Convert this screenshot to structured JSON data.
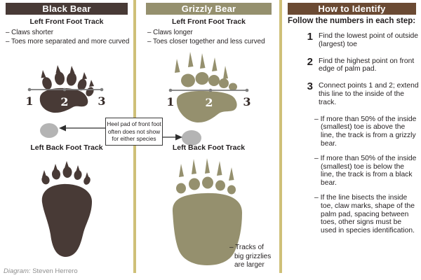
{
  "colors": {
    "black_bear_accent": "#483a36",
    "grizzly_accent": "#95906e",
    "identify_accent": "#6b4a33",
    "divider_tan": "#cfc078",
    "heel_pad_gray": "#b4b4b4",
    "guide_line_gray": "#7d7d7d",
    "text": "#231f20",
    "footer_gray": "#8f8f8f"
  },
  "columns": {
    "black_bear": {
      "title": "Black Bear",
      "front_title": "Left Front Foot Track",
      "bullet1": "– Claws shorter",
      "bullet2": "– Toes more separated and more curved",
      "back_title": "Left Back Foot Track",
      "marker1": "1",
      "marker2": "2",
      "marker3": "3"
    },
    "grizzly_bear": {
      "title": "Grizzly Bear",
      "front_title": "Left Front Foot Track",
      "bullet1": "– Claws longer",
      "bullet2": "– Toes closer together and less curved",
      "back_title": "Left Back Foot Track",
      "marker1": "1",
      "marker2": "2",
      "marker3": "3",
      "size_note": "– Tracks of\nbig grizzlies\nare larger"
    },
    "how_to_identify": {
      "title": "How to Identify",
      "subtitle": "Follow the numbers in each step:",
      "steps": [
        {
          "num": "1",
          "text": "Find the lowest point of outside (largest) toe"
        },
        {
          "num": "2",
          "text": "Find the highest point on front edge of palm pad."
        },
        {
          "num": "3",
          "text": "Connect points 1 and 2; extend this line to the inside of the track."
        }
      ],
      "notes": [
        "– If more than 50% of the inside (smallest) toe is above the line, the track is from a grizzly bear.",
        "– If more than 50% of the inside (smallest) toe is below the line, the track is from a black bear.",
        "– If the line bisects the inside toe, claw marks, shape of the palm pad, spacing between toes, other signs must be used in species identification."
      ]
    }
  },
  "callout": {
    "text": "Heel pad of front foot\noften does not show\nfor either species"
  },
  "footer": {
    "label": "Diagram:",
    "credit": "Steven Herrero"
  }
}
